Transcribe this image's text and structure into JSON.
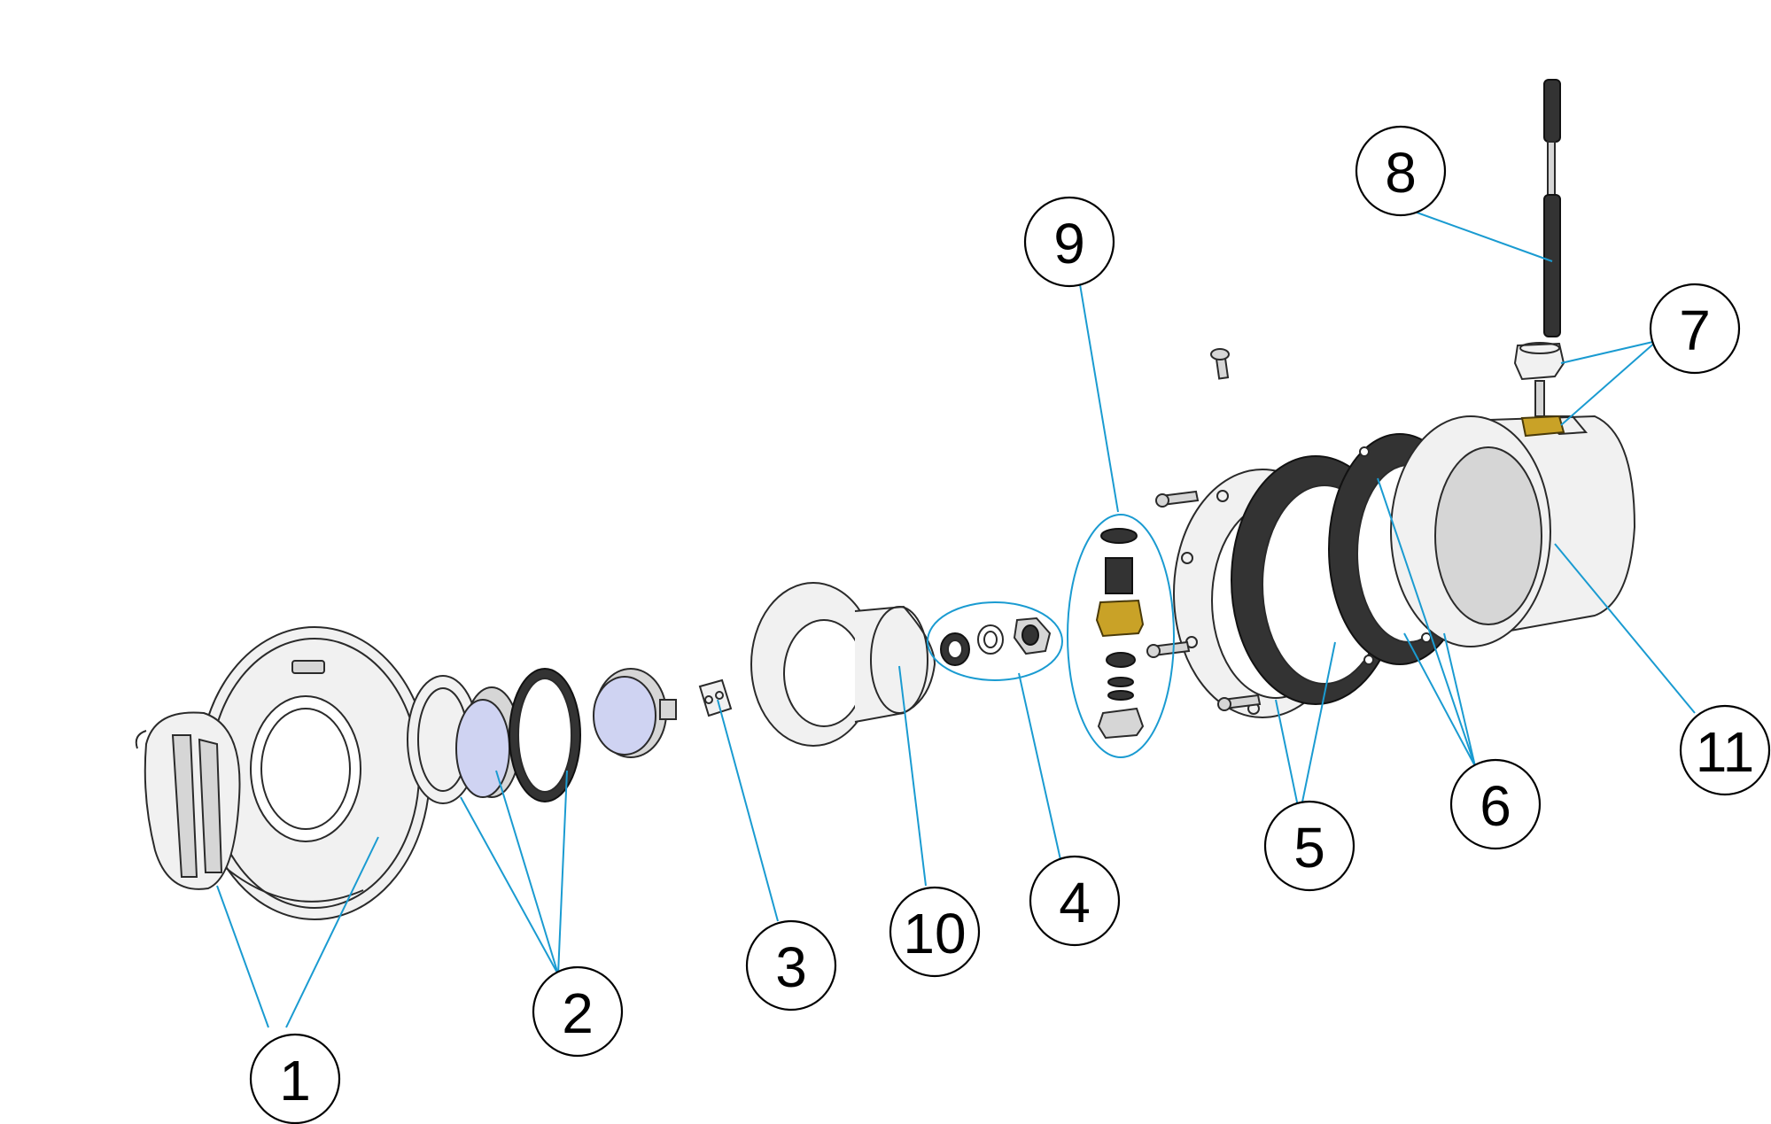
{
  "callouts": {
    "c1": "1",
    "c2": "2",
    "c3": "3",
    "c4": "4",
    "c5": "5",
    "c6": "6",
    "c7": "7",
    "c8": "8",
    "c9": "9",
    "c10": "10",
    "c11": "11"
  },
  "colors": {
    "leader": "#1a9bd1",
    "outline": "#2a2a2a",
    "lens": "#cfd3f2",
    "brass": "#c9a227",
    "gasket": "#333333"
  }
}
